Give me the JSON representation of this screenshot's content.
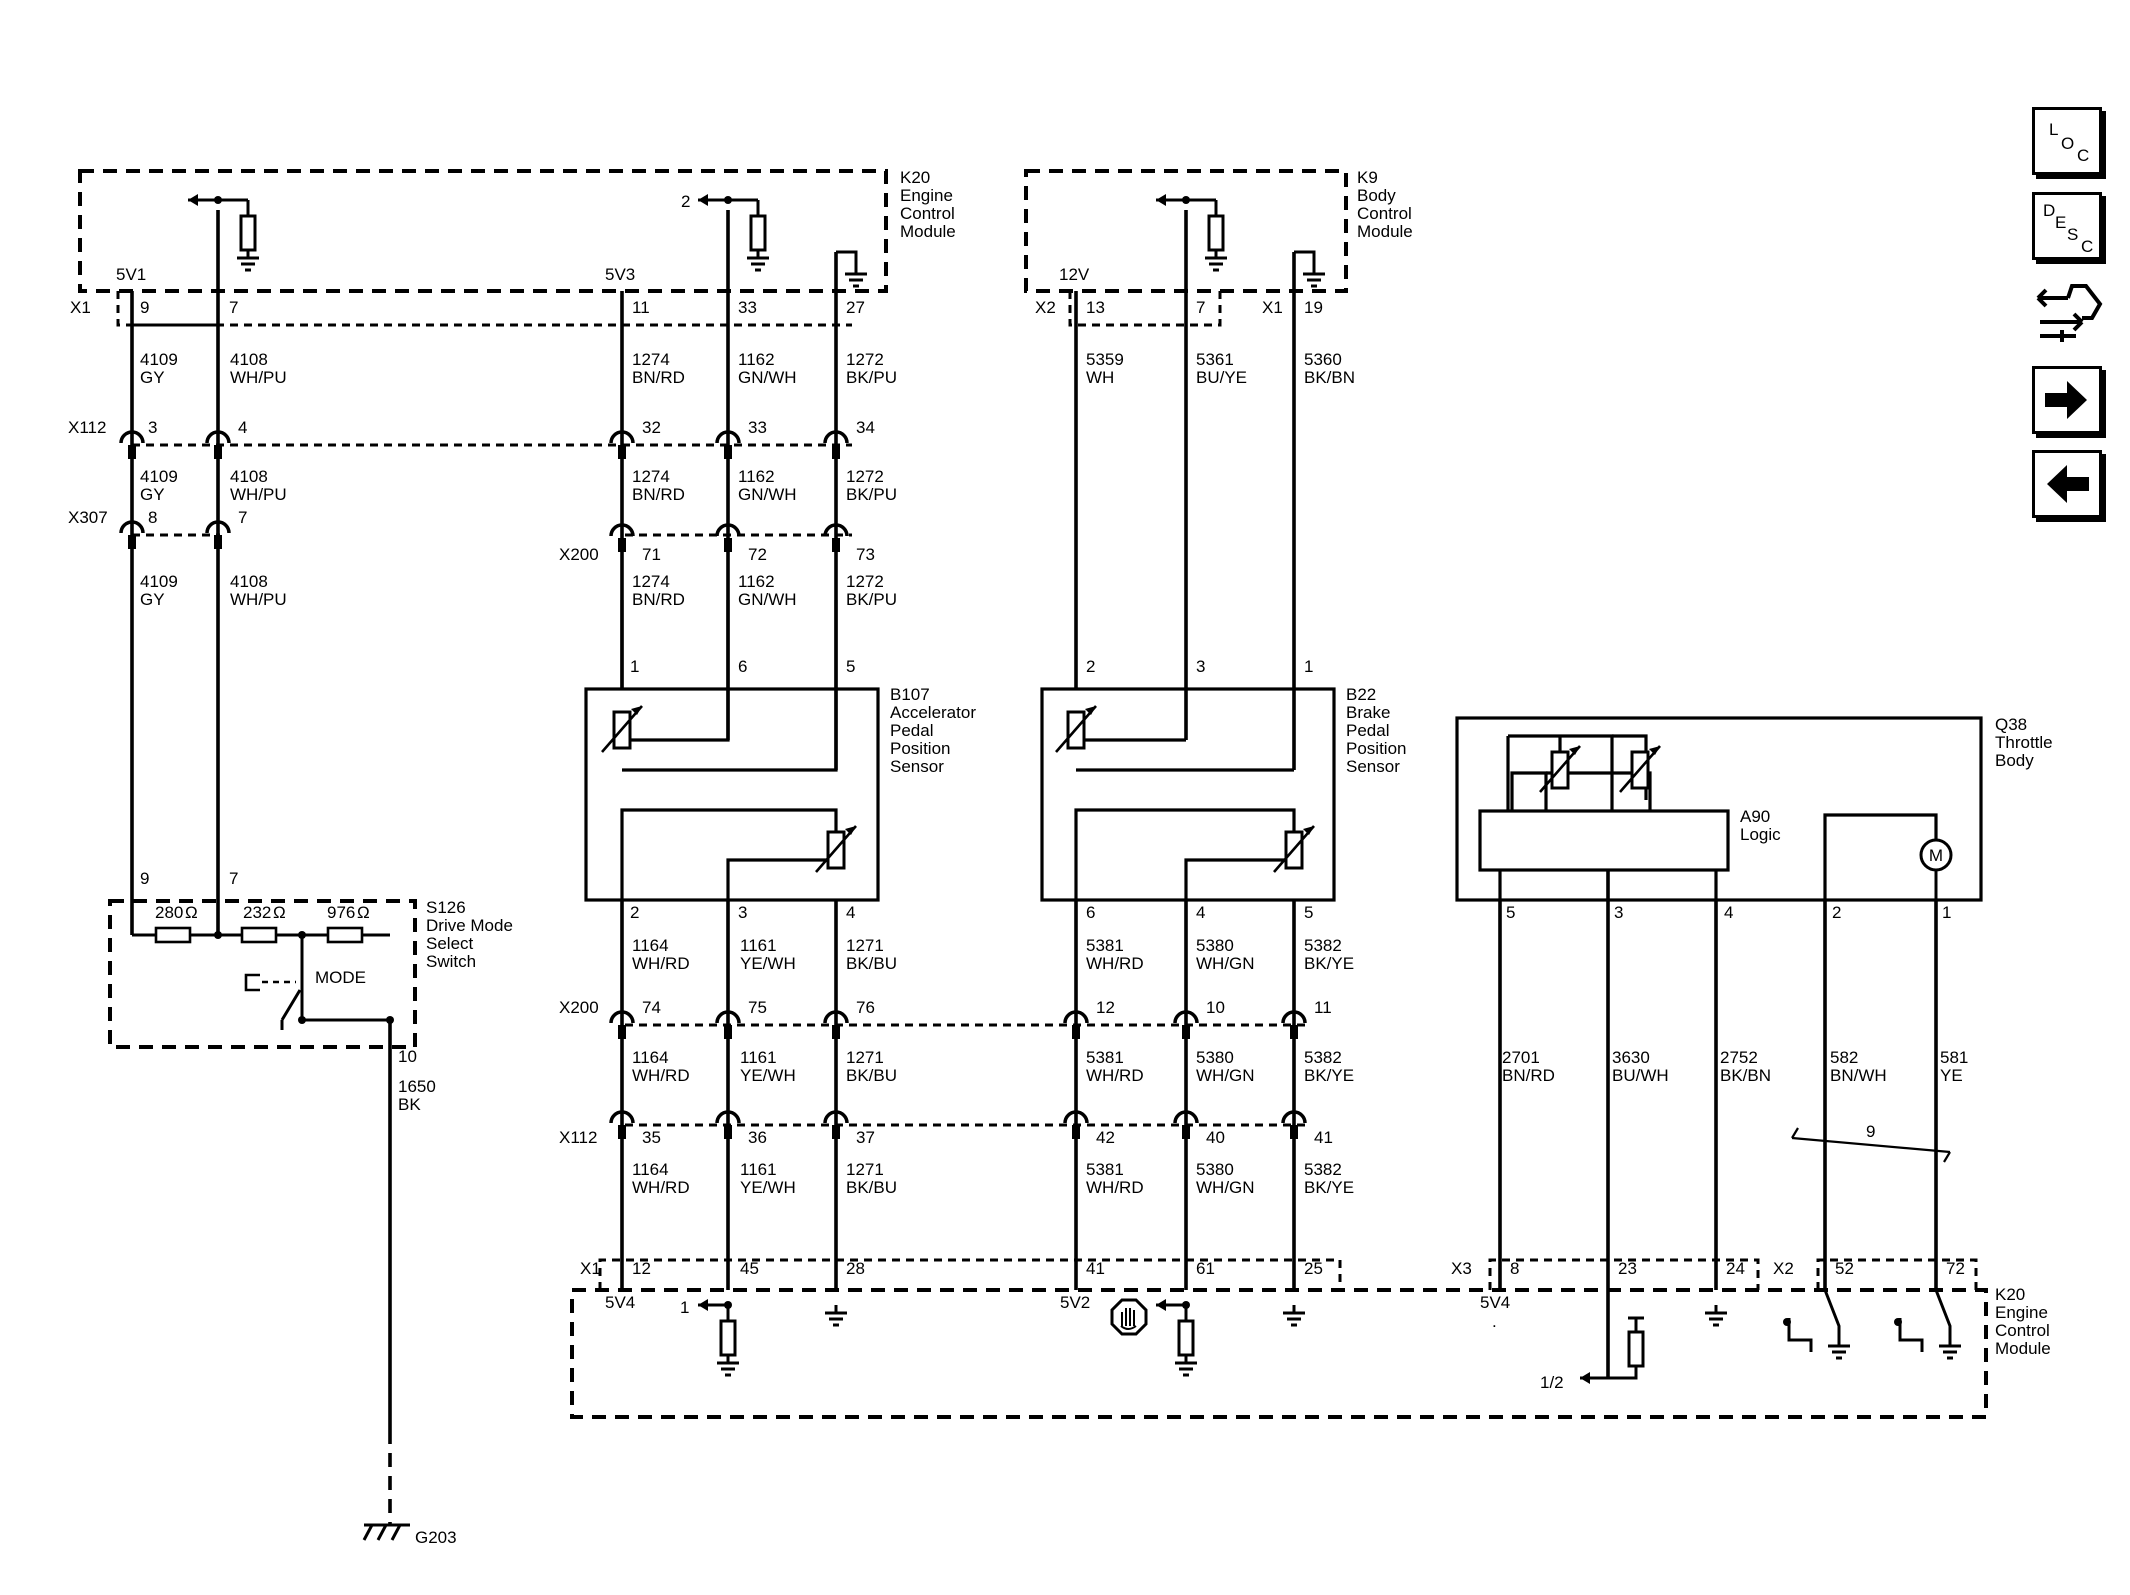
{
  "modules": {
    "k20_top": {
      "ref": "K20",
      "lines": [
        "Engine",
        "Control",
        "Module"
      ]
    },
    "k9": {
      "ref": "K9",
      "lines": [
        "Body",
        "Control",
        "Module"
      ]
    },
    "b107": {
      "ref": "B107",
      "lines": [
        "Accelerator",
        "Pedal",
        "Position",
        "Sensor"
      ]
    },
    "b22": {
      "ref": "B22",
      "lines": [
        "Brake",
        "Pedal",
        "Position",
        "Sensor"
      ]
    },
    "q38": {
      "ref": "Q38",
      "lines": [
        "Throttle",
        "Body"
      ]
    },
    "a90": {
      "ref": "A90",
      "lines": [
        "Logic"
      ]
    },
    "s126": {
      "ref": "S126",
      "lines": [
        "Drive Mode",
        "Select",
        "Switch"
      ]
    },
    "k20_bottom": {
      "ref": "K20",
      "lines": [
        "Engine",
        "Control",
        "Module"
      ]
    }
  },
  "connectors": {
    "x1": "X1",
    "x2": "X2",
    "x3": "X3",
    "x112": "X112",
    "x307": "X307",
    "x200": "X200"
  },
  "refs": {
    "v5v1": "5V1",
    "v5v3": "5V3",
    "v12v": "12V",
    "v5v4": "5V4",
    "v5v2": "5V2",
    "r2a": "2",
    "r2b": "2",
    "r1": "1",
    "r12": "1/2",
    "dot": ".",
    "bundle": "9",
    "motor": "M",
    "mode": "MODE",
    "ground": "G203"
  },
  "resistors": [
    "280",
    "232",
    "976"
  ],
  "ohm": "Ω",
  "pins": {
    "k20_9": "9",
    "k20_7": "7",
    "k20_11": "11",
    "k20_33": "33",
    "k20_27": "27",
    "k9_13": "13",
    "k9_7": "7",
    "k9_19": "19",
    "x112_3": "3",
    "x112_4": "4",
    "x112_32": "32",
    "x112_33": "33",
    "x112_34": "34",
    "x307_8": "8",
    "x307_7": "7",
    "x200_71": "71",
    "x200_72": "72",
    "x200_73": "73",
    "b107_1": "1",
    "b107_6": "6",
    "b107_5": "5",
    "b107_2": "2",
    "b107_3": "3",
    "b107_4": "4",
    "b22_2": "2",
    "b22_3": "3",
    "b22_1": "1",
    "b22_6": "6",
    "b22_4": "4",
    "b22_5": "5",
    "s126_9": "9",
    "s126_7": "7",
    "s126_10": "10",
    "q38_5": "5",
    "q38_3": "3",
    "q38_4": "4",
    "q38_2": "2",
    "q38_1": "1",
    "x200_74": "74",
    "x200_75": "75",
    "x200_76": "76",
    "x200_12": "12",
    "x200_10": "10",
    "x200_11": "11",
    "x112_35": "35",
    "x112_36": "36",
    "x112_37": "37",
    "x112_42": "42",
    "x112_40": "40",
    "x112_41": "41",
    "k20b_12": "12",
    "k20b_45": "45",
    "k20b_28": "28",
    "k20b_41": "41",
    "k20b_61": "61",
    "k20b_25": "25",
    "k20b_8": "8",
    "k20b_23": "23",
    "k20b_24": "24",
    "k20b_52": "52",
    "k20b_72": "72"
  },
  "wire_labels": {
    "w4109_a": [
      "4109",
      "GY"
    ],
    "w4108_a": [
      "4108",
      "WH/PU"
    ],
    "w1274_a": [
      "1274",
      "BN/RD"
    ],
    "w1162_a": [
      "1162",
      "GN/WH"
    ],
    "w1272_a": [
      "1272",
      "BK/PU"
    ],
    "w5359": [
      "5359",
      "WH"
    ],
    "w5361": [
      "5361",
      "BU/YE"
    ],
    "w5360": [
      "5360",
      "BK/BN"
    ],
    "w4109_b": [
      "4109",
      "GY"
    ],
    "w4108_b": [
      "4108",
      "WH/PU"
    ],
    "w1274_b": [
      "1274",
      "BN/RD"
    ],
    "w1162_b": [
      "1162",
      "GN/WH"
    ],
    "w1272_b": [
      "1272",
      "BK/PU"
    ],
    "w4109_c": [
      "4109",
      "GY"
    ],
    "w4108_c": [
      "4108",
      "WH/PU"
    ],
    "w1274_c": [
      "1274",
      "BN/RD"
    ],
    "w1162_c": [
      "1162",
      "GN/WH"
    ],
    "w1272_c": [
      "1272",
      "BK/PU"
    ],
    "w1164_a": [
      "1164",
      "WH/RD"
    ],
    "w1161_a": [
      "1161",
      "YE/WH"
    ],
    "w1271_a": [
      "1271",
      "BK/BU"
    ],
    "w5381_a": [
      "5381",
      "WH/RD"
    ],
    "w5380_a": [
      "5380",
      "WH/GN"
    ],
    "w5382_a": [
      "5382",
      "BK/YE"
    ],
    "w1164_b": [
      "1164",
      "WH/RD"
    ],
    "w1161_b": [
      "1161",
      "YE/WH"
    ],
    "w1271_b": [
      "1271",
      "BK/BU"
    ],
    "w5381_b": [
      "5381",
      "WH/RD"
    ],
    "w5380_b": [
      "5380",
      "WH/GN"
    ],
    "w5382_b": [
      "5382",
      "BK/YE"
    ],
    "w1164_c": [
      "1164",
      "WH/RD"
    ],
    "w1161_c": [
      "1161",
      "YE/WH"
    ],
    "w1271_c": [
      "1271",
      "BK/BU"
    ],
    "w5381_c": [
      "5381",
      "WH/RD"
    ],
    "w5380_c": [
      "5380",
      "WH/GN"
    ],
    "w5382_c": [
      "5382",
      "BK/YE"
    ],
    "w2701": [
      "2701",
      "BN/RD"
    ],
    "w3630": [
      "3630",
      "BU/WH"
    ],
    "w2752": [
      "2752",
      "BK/BN"
    ],
    "w582": [
      "582",
      "BN/WH"
    ],
    "w581": [
      "581",
      "YE"
    ],
    "w1650": [
      "1650",
      "BK"
    ]
  },
  "nav": {
    "loc": [
      "L",
      "O",
      "C"
    ],
    "desc": [
      "D",
      "E",
      "S",
      "C"
    ],
    "connector_icon": "connector-repair-icon",
    "next_icon": "arrow-right-icon",
    "prev_icon": "arrow-left-icon"
  }
}
